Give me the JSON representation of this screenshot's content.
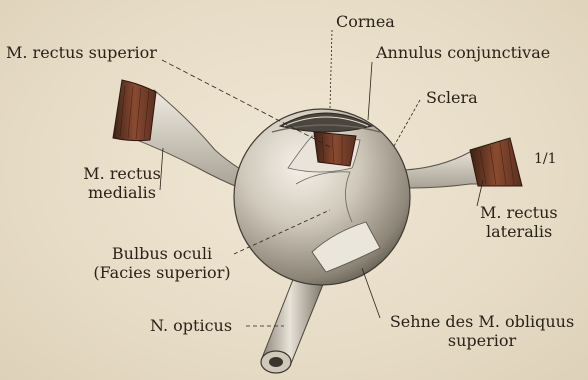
{
  "labels": {
    "cornea": "Cornea",
    "rectus_superior": "M. rectus superior",
    "annulus": "Annulus conjunctivae",
    "sclera": "Sclera",
    "rectus_medialis": [
      "M. rectus",
      "medialis"
    ],
    "rectus_lateralis": [
      "M. rectus",
      "lateralis"
    ],
    "bulbus": [
      "Bulbus oculi",
      "(Facies superior)"
    ],
    "opticus": "N. opticus",
    "obliquus": [
      "Sehne des M. obliquus",
      "superior"
    ],
    "scale": "1/1"
  },
  "colors": {
    "paper": "#e9dfcc",
    "ink": "#2a2218",
    "muscle": "#6b3a26",
    "sclera": "#c9c2b4"
  }
}
